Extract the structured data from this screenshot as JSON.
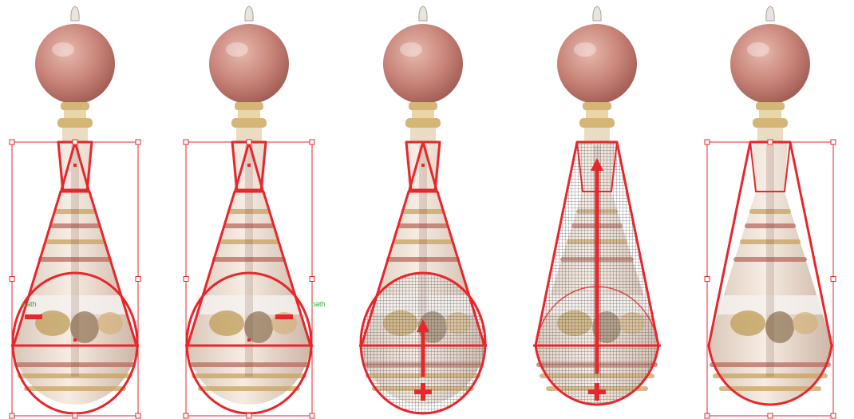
{
  "frames": [
    {
      "id": "step-1",
      "selection_box": true,
      "center_marks": true,
      "guide_lines": true,
      "fill_pattern": false,
      "operator": "minus",
      "arrow": "none",
      "outline": "ellipse-and-cone",
      "path_label": "path"
    },
    {
      "id": "step-2",
      "selection_box": true,
      "center_marks": true,
      "guide_lines": true,
      "fill_pattern": false,
      "operator": "minus",
      "arrow": "none",
      "outline": "ellipse-and-cone",
      "path_label": "path"
    },
    {
      "id": "step-3",
      "selection_box": false,
      "center_marks": true,
      "guide_lines": true,
      "fill_pattern": true,
      "operator": "plus",
      "arrow": "short",
      "outline": "ellipse-and-cone",
      "path_label": ""
    },
    {
      "id": "step-4",
      "selection_box": false,
      "center_marks": false,
      "guide_lines": true,
      "fill_pattern": true,
      "operator": "plus",
      "arrow": "long",
      "outline": "merged-teardrop",
      "path_label": ""
    },
    {
      "id": "step-5",
      "selection_box": true,
      "center_marks": false,
      "guide_lines": false,
      "fill_pattern": false,
      "operator": "none",
      "arrow": "none",
      "outline": "merged-teardrop",
      "path_label": ""
    }
  ],
  "colors": {
    "outline": "#e8262b",
    "stopper": "#c9857a",
    "stopper_highlight": "#e7b9ae",
    "stopper_shadow": "#9e5a52",
    "collar": "#d6b678",
    "glass": "#efe2d6",
    "stripe_gold": "#c9a25e",
    "stripe_red": "#b96b5c",
    "label_green": "#3aa53a",
    "background": "#ffffff"
  },
  "icons": [
    "minus-operator-icon",
    "plus-operator-icon",
    "up-arrow-icon"
  ]
}
